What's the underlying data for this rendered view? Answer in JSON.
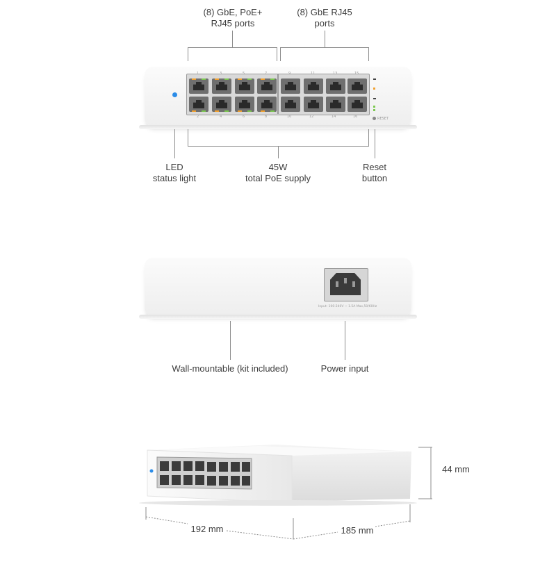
{
  "front": {
    "callout_poe_ports": "(8) GbE, PoE+\nRJ45 ports",
    "callout_rj45_ports": "(8) GbE RJ45\nports",
    "callout_led": "LED\nstatus light",
    "callout_poe_supply": "45W\ntotal PoE supply",
    "callout_reset": "Reset\nbutton",
    "reset_text": "RESET",
    "port_numbers_top": [
      "1",
      "3",
      "5",
      "7",
      "9",
      "11",
      "13",
      "15"
    ],
    "port_numbers_bottom": [
      "2",
      "4",
      "6",
      "8",
      "10",
      "12",
      "14",
      "16"
    ]
  },
  "back": {
    "callout_wall": "Wall-mountable (kit included)",
    "callout_power": "Power input",
    "power_rating": "Input: 100-240V ~ 1.5A Max,50/60Hz"
  },
  "dims": {
    "height": "44 mm",
    "width": "192 mm",
    "depth": "185 mm"
  },
  "colors": {
    "led_blue": "#2b8ce8",
    "poe_orange": "#f0a030",
    "link_green": "#7cc850"
  }
}
